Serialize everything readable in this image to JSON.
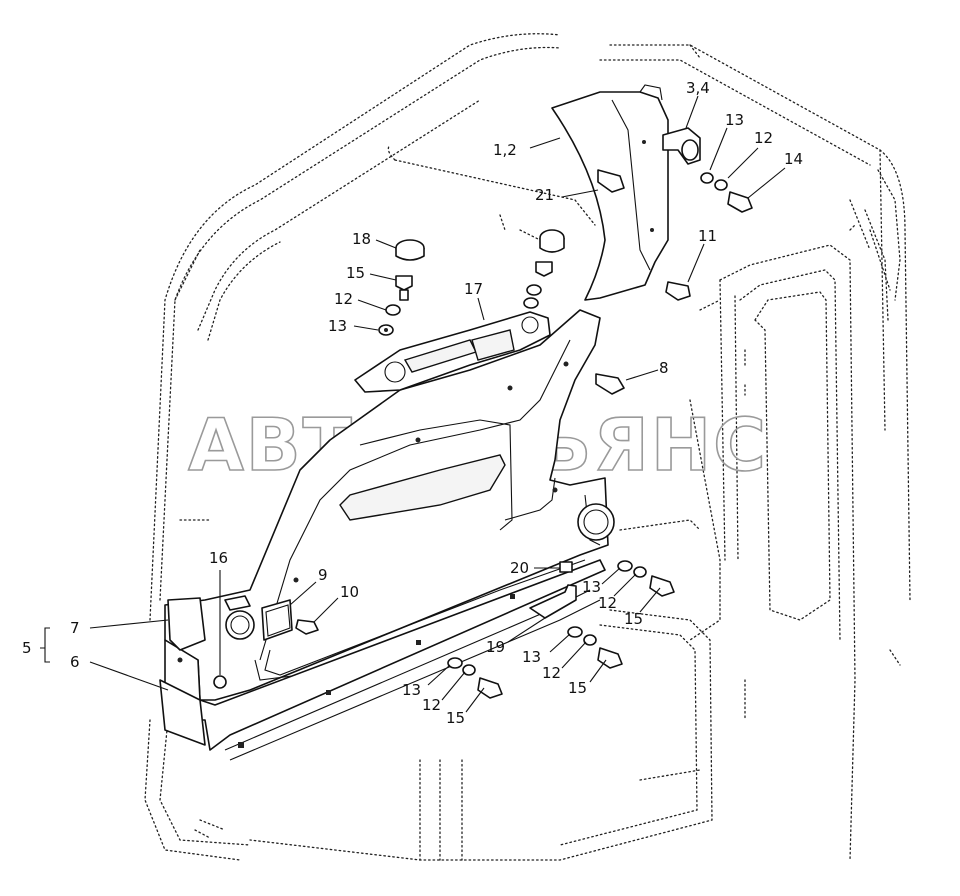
{
  "watermark": "АВТОАЛЬЯНС",
  "callouts": [
    {
      "id": "c-1-2",
      "text": "1,2"
    },
    {
      "id": "c-3-4",
      "text": "3,4"
    },
    {
      "id": "c-13-a",
      "text": "13"
    },
    {
      "id": "c-12-a",
      "text": "12"
    },
    {
      "id": "c-14",
      "text": "14"
    },
    {
      "id": "c-21",
      "text": "21"
    },
    {
      "id": "c-11",
      "text": "11"
    },
    {
      "id": "c-18",
      "text": "18"
    },
    {
      "id": "c-15-a",
      "text": "15"
    },
    {
      "id": "c-12-b",
      "text": "12"
    },
    {
      "id": "c-13-b",
      "text": "13"
    },
    {
      "id": "c-17",
      "text": "17"
    },
    {
      "id": "c-8",
      "text": "8"
    },
    {
      "id": "c-16",
      "text": "16"
    },
    {
      "id": "c-9",
      "text": "9"
    },
    {
      "id": "c-10",
      "text": "10"
    },
    {
      "id": "c-7",
      "text": "7"
    },
    {
      "id": "c-5",
      "text": "5"
    },
    {
      "id": "c-6",
      "text": "6"
    },
    {
      "id": "c-20",
      "text": "20"
    },
    {
      "id": "c-13-c",
      "text": "13"
    },
    {
      "id": "c-12-c",
      "text": "12"
    },
    {
      "id": "c-15-b",
      "text": "15"
    },
    {
      "id": "c-19",
      "text": "19"
    },
    {
      "id": "c-13-d",
      "text": "13"
    },
    {
      "id": "c-12-d",
      "text": "12"
    },
    {
      "id": "c-15-c",
      "text": "15"
    },
    {
      "id": "c-13-e",
      "text": "13"
    },
    {
      "id": "c-12-e",
      "text": "12"
    },
    {
      "id": "c-15-d",
      "text": "15"
    }
  ]
}
